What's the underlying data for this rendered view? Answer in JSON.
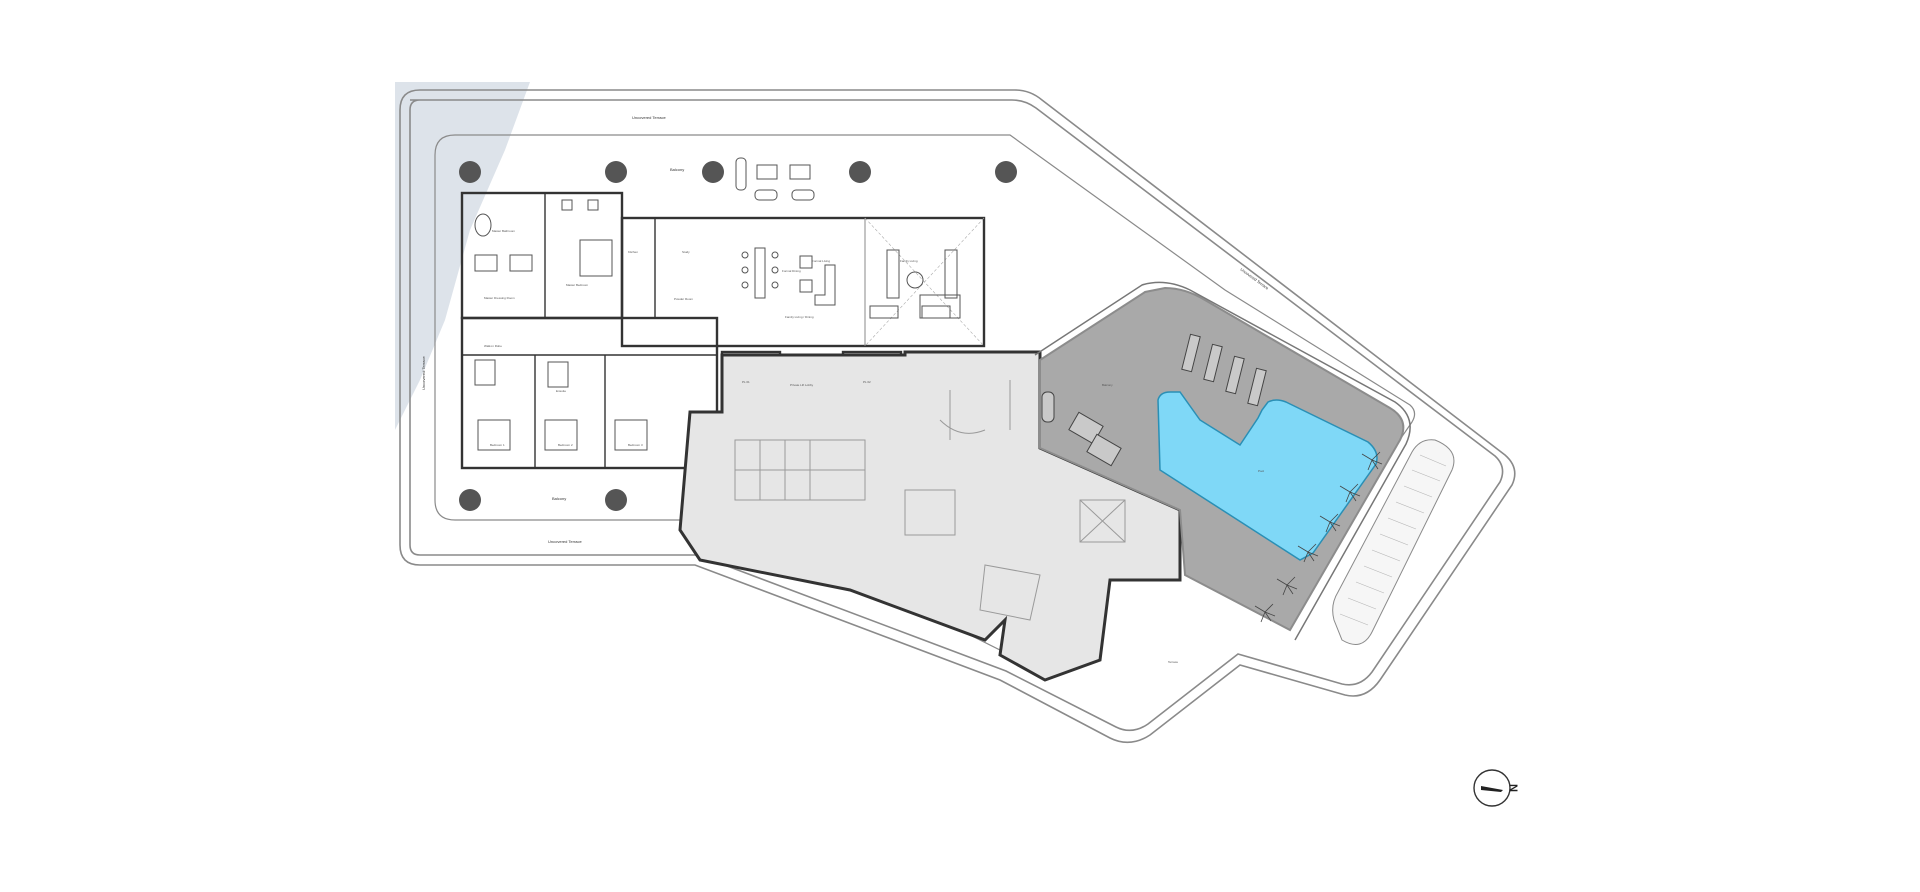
{
  "plan": {
    "colors": {
      "background": "#ffffff",
      "line": "#333333",
      "thin_line": "#8a8a8a",
      "core_fill": "#e6e6e6",
      "pool_deck": "#a9a9a9",
      "pool_deck_edge": "#8c8c8c",
      "pool_water": "#7fd8f7",
      "pool_stroke": "#2a8fb5",
      "column": "#555555",
      "shade": "#dde3ea"
    },
    "labels": {
      "terrace_north": "Uncovered Terrace",
      "balcony_north": "Balcony",
      "balcony_north_area": "",
      "terrace_south": "Uncovered Terrace",
      "balcony_south": "Balcony",
      "terrace_west": "Uncovered Terrace",
      "terrace_east": "Uncovered Terrace",
      "master_bathroom": "Master Bathroom",
      "master_bedroom": "Master Bedroom",
      "master_dressing": "Master Dressing Room",
      "bedroom_1": "Bedroom 1",
      "bedroom_2": "Bedroom 2",
      "bedroom_3": "Bedroom 3",
      "walk_in_robe": "Walk-in Robe",
      "ensuite": "Ensuite",
      "kitchen": "Kitchen",
      "study": "Study",
      "powder_room": "Powder Room",
      "formal_dining": "Formal Dining",
      "formal_living": "Formal Living",
      "family_living": "Family Living",
      "family_dining": "Family Living / Dining",
      "lift_lobby": "Private Lift Lobby",
      "lift_1": "PL 01",
      "lift_2": "PL 02",
      "pool": "Pool",
      "pool_deck": "Balcony",
      "terrace_se": "Terrace"
    },
    "north_arrow": {
      "label": "N",
      "icon": "north-arrow-icon"
    }
  }
}
